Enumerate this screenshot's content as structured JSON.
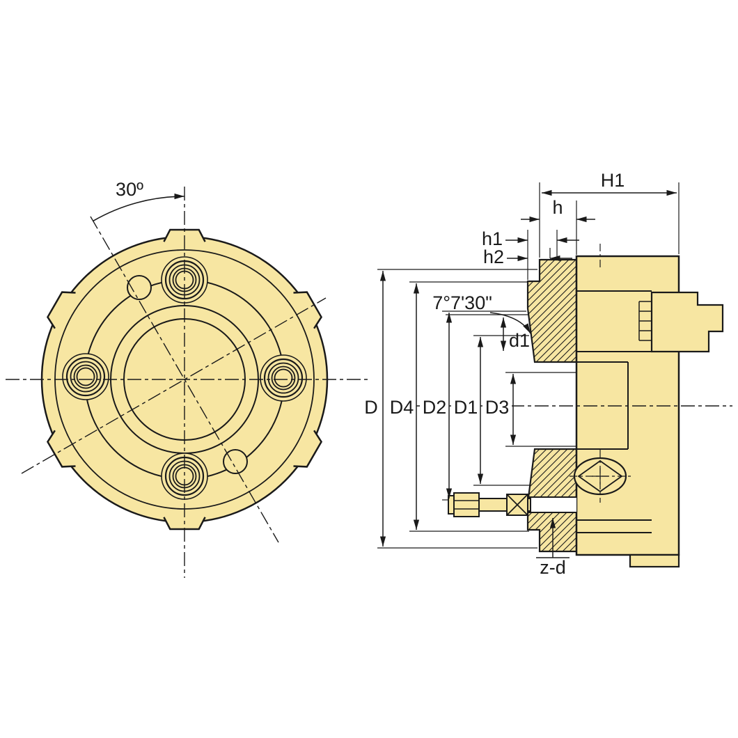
{
  "front_view": {
    "angle_label": "30º"
  },
  "side_view": {
    "H1": "H1",
    "h": "h",
    "h1": "h1",
    "h2": "h2",
    "taper": "7°7'30\"",
    "d1": "d1",
    "D": "D",
    "D4": "D4",
    "D2": "D2",
    "D1": "D1",
    "D3": "D3",
    "z_d": "z-d"
  },
  "colors": {
    "body": "#F7E6A2",
    "line": "#1A1A1A"
  }
}
